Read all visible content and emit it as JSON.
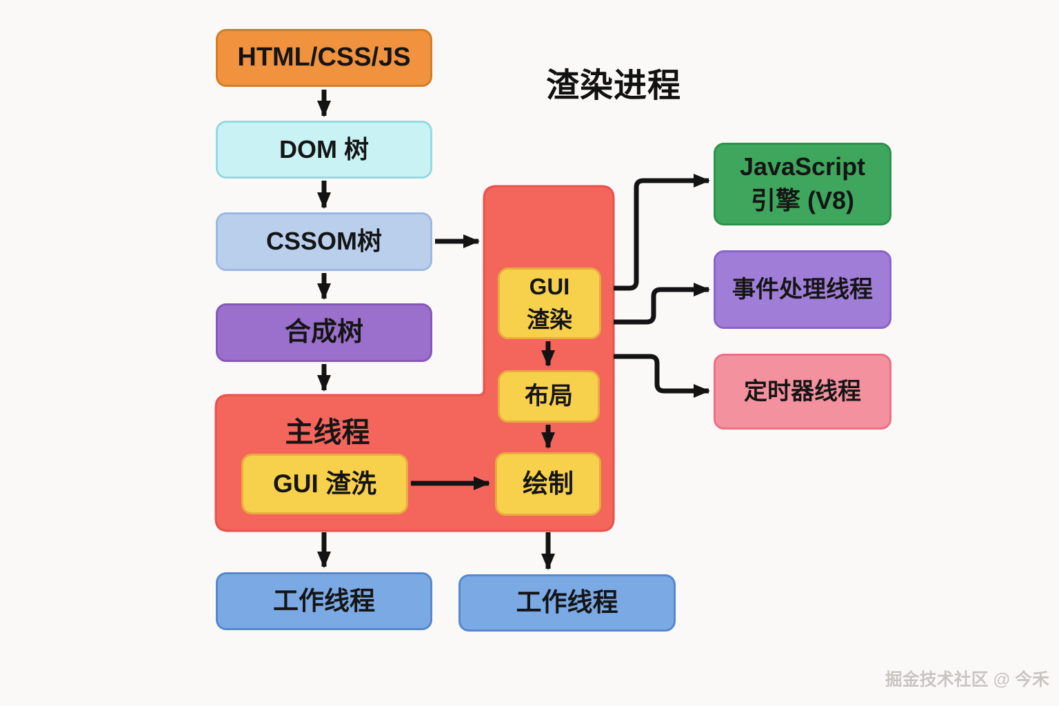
{
  "title": "渣染进程",
  "watermark": "掘金技术社区 @ 今禾",
  "nodes": {
    "source": {
      "label": "HTML/CSS/JS"
    },
    "dom_tree": {
      "label": "DOM 树"
    },
    "cssom_tree": {
      "label": "CSSOM树"
    },
    "composite_tree": {
      "label": "合成树"
    },
    "main_thread": {
      "label": "主线程"
    },
    "gui_render": {
      "line1": "GUI",
      "line2": "渣染"
    },
    "layout": {
      "label": "布局"
    },
    "paint": {
      "label": "绘制"
    },
    "gui_render2": {
      "label": "GUI 渣洗"
    },
    "js_engine": {
      "line1": "JavaScript",
      "line2": "引擎 (V8)"
    },
    "event_thread": {
      "label": "事件处理线程"
    },
    "timer_thread": {
      "label": "定时器线程"
    },
    "worker_left": {
      "label": "工作线程"
    },
    "worker_right": {
      "label": "工作线程"
    }
  },
  "edges": [
    "source -> dom_tree",
    "dom_tree -> cssom_tree",
    "cssom_tree -> composite_tree",
    "cssom_tree -> main_thread",
    "composite_tree -> main_thread",
    "gui_render -> layout",
    "layout -> paint",
    "gui_render2 -> paint",
    "main_thread -> js_engine",
    "main_thread -> event_thread",
    "main_thread -> timer_thread",
    "main_thread -> worker_left",
    "main_thread -> worker_right"
  ],
  "colors": {
    "bg": "#faf9f7",
    "box-orange": "#f0923e",
    "border-orange": "#d57d26",
    "box-cyan": "#c9f2f5",
    "border-cyan": "#94dade",
    "box-blue": "#bacfec",
    "border-blue": "#9cb8e1",
    "box-purple": "#9b70cc",
    "border-purple": "#8557bb",
    "box-red": "#f4655c",
    "border-red": "#e9514b",
    "box-yellow": "#f8d14c",
    "border-yellow": "#e8ab3e",
    "box-green": "#3ea75d",
    "border-green": "#2c924c",
    "box-purple2": "#a07ed7",
    "border-purple2": "#8a63c9",
    "box-pink": "#f4919f",
    "border-pink": "#ee6e84",
    "box-workerblue": "#7aa9e3",
    "border-workerblue": "#5588cf",
    "arrow-black": "#131313",
    "watermark-gray": "#c9c5c1"
  }
}
